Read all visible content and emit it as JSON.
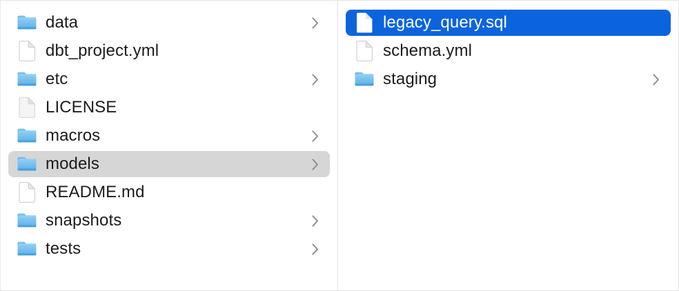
{
  "window": {
    "title": "Column View File Browser",
    "background_color": "#ffffff",
    "divider_color": "#e0e0e0"
  },
  "selection": {
    "active_highlight_color": "#0b64dd",
    "inactive_highlight_color": "#d6d6d6",
    "active_label_color": "#ffffff",
    "label_color": "#1c1c1e"
  },
  "columns": [
    {
      "name": "parent-column",
      "items": [
        {
          "label": "data",
          "kind": "folder",
          "icon": "folder-icon",
          "has_chevron": true,
          "selected": false,
          "selection_style": "none"
        },
        {
          "label": "dbt_project.yml",
          "kind": "file",
          "icon": "document-icon",
          "has_chevron": false,
          "selected": false,
          "selection_style": "none"
        },
        {
          "label": "etc",
          "kind": "folder",
          "icon": "folder-icon",
          "has_chevron": true,
          "selected": false,
          "selection_style": "none"
        },
        {
          "label": "LICENSE",
          "kind": "file-generic",
          "icon": "document-plain-icon",
          "has_chevron": false,
          "selected": false,
          "selection_style": "none"
        },
        {
          "label": "macros",
          "kind": "folder",
          "icon": "folder-icon",
          "has_chevron": true,
          "selected": false,
          "selection_style": "none"
        },
        {
          "label": "models",
          "kind": "folder",
          "icon": "folder-icon",
          "has_chevron": true,
          "selected": true,
          "selection_style": "inactive"
        },
        {
          "label": "README.md",
          "kind": "file",
          "icon": "document-icon",
          "has_chevron": false,
          "selected": false,
          "selection_style": "none"
        },
        {
          "label": "snapshots",
          "kind": "folder",
          "icon": "folder-icon",
          "has_chevron": true,
          "selected": false,
          "selection_style": "none"
        },
        {
          "label": "tests",
          "kind": "folder",
          "icon": "folder-icon",
          "has_chevron": true,
          "selected": false,
          "selection_style": "none"
        }
      ]
    },
    {
      "name": "child-column",
      "items": [
        {
          "label": "legacy_query.sql",
          "kind": "file",
          "icon": "document-icon",
          "has_chevron": false,
          "selected": true,
          "selection_style": "active"
        },
        {
          "label": "schema.yml",
          "kind": "file",
          "icon": "document-icon",
          "has_chevron": false,
          "selected": false,
          "selection_style": "none"
        },
        {
          "label": "staging",
          "kind": "folder",
          "icon": "folder-icon",
          "has_chevron": true,
          "selected": false,
          "selection_style": "none"
        }
      ]
    }
  ]
}
